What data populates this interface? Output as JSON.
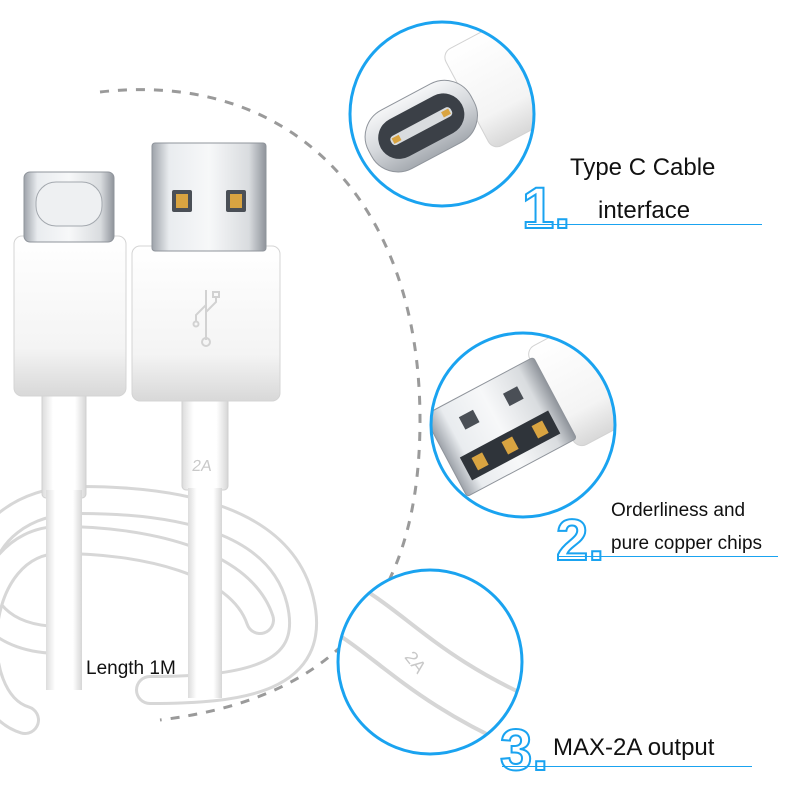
{
  "features": [
    {
      "number": "1.",
      "line1": "Type C Cable",
      "line2": "interface"
    },
    {
      "number": "2.",
      "line1": "Orderliness and",
      "line2": "pure copper chips"
    },
    {
      "number": "3.",
      "line1": "MAX-2A output"
    }
  ],
  "cable": {
    "length_label": "Length  1M",
    "rating_marking": "2A",
    "usb_logo": "usb-trident-icon"
  },
  "colors": {
    "accent": "#1aa3f0",
    "cable_white": "#ffffff",
    "metal": "#c9ccd1",
    "dashed_arc": "#9a9a9a"
  }
}
